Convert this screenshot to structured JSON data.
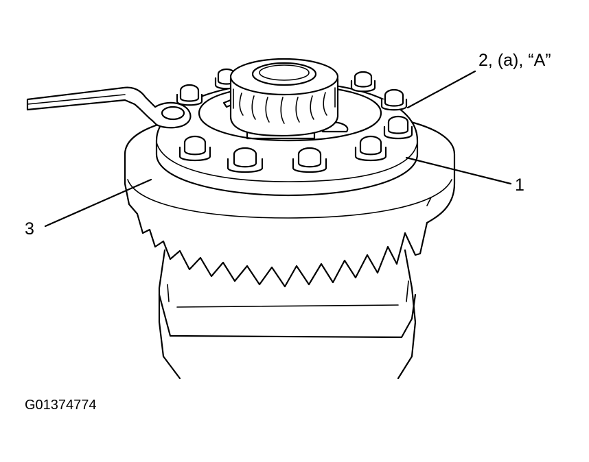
{
  "callouts": {
    "label_2": "2, (a), “A”",
    "label_1": "1",
    "label_3": "3"
  },
  "figure_id": "G01374774",
  "parts": [
    {
      "name": "differential-case",
      "callout": "1"
    },
    {
      "name": "ring-gear-bolt",
      "callout": "2"
    },
    {
      "name": "ring-gear",
      "callout": "3"
    }
  ],
  "icons": {
    "wrench": "wrench-icon",
    "bearing": "bearing-icon"
  },
  "colors": {
    "line": "#000000",
    "background": "#ffffff"
  }
}
